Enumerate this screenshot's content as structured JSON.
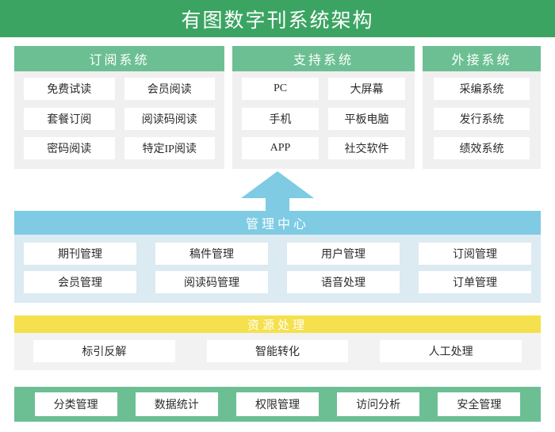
{
  "title": "有图数字刊系统架构",
  "top_panels": [
    {
      "header": "订阅系统",
      "items": [
        "免费试读",
        "会员阅读",
        "套餐订阅",
        "阅读码阅读",
        "密码阅读",
        "特定IP阅读"
      ]
    },
    {
      "header": "支持系统",
      "items": [
        "PC",
        "大屏幕",
        "手机",
        "平板电脑",
        "APP",
        "社交软件"
      ]
    },
    {
      "header": "外接系统",
      "items": [
        "采编系统",
        "发行系统",
        "绩效系统"
      ]
    }
  ],
  "arrow": {
    "direction": "up",
    "color": "#7ECBE3"
  },
  "management": {
    "header": "管理中心",
    "items": [
      "期刊管理",
      "稿件管理",
      "用户管理",
      "订阅管理",
      "会员管理",
      "阅读码管理",
      "语音处理",
      "订单管理"
    ]
  },
  "resource": {
    "header": "资源处理",
    "items": [
      "标引反解",
      "智能转化",
      "人工处理"
    ]
  },
  "bottom": {
    "items": [
      "分类管理",
      "数据统计",
      "权限管理",
      "访问分析",
      "安全管理"
    ]
  },
  "colors": {
    "title_green": "#3BA462",
    "panel_green": "#6CBF93",
    "panel_gray": "#F0F0F0",
    "mgmt_blue": "#7ECBE3",
    "mgmt_panel_blue": "#DCEAF2",
    "resource_yellow": "#F5E04D",
    "resource_panel_gray": "#F2F2F2",
    "chip_white": "#FFFFFF"
  }
}
